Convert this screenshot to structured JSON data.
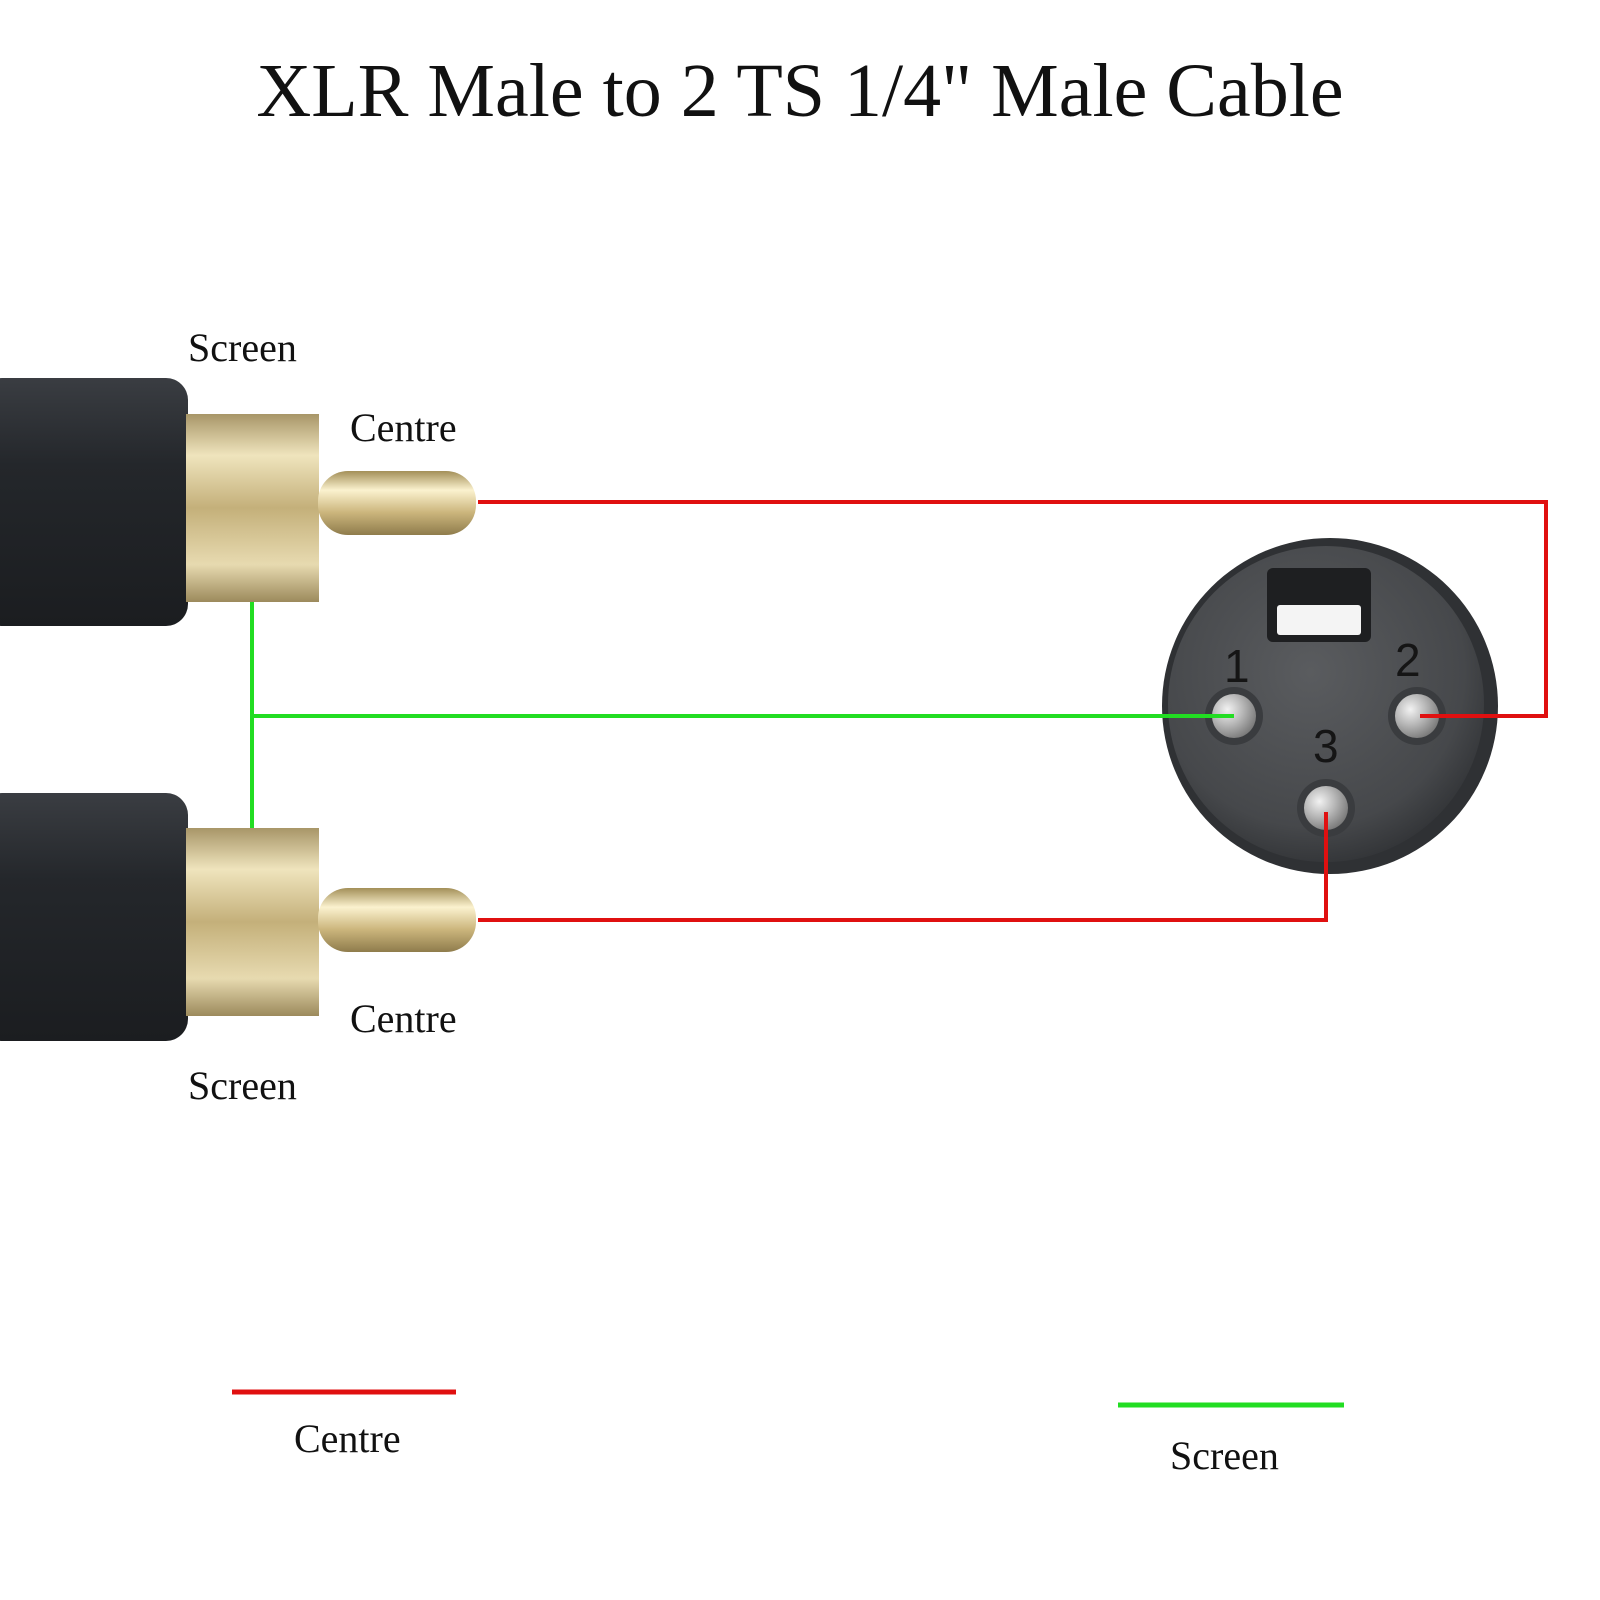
{
  "title": "XLR Male to 2 TS 1/4\" Male Cable",
  "colors": {
    "centre_wire": "#e01010",
    "screen_wire": "#22dd22",
    "plug_body": "#26292e",
    "brass": "#c9b680",
    "xlr_body": "#4a4c4f"
  },
  "plugs": {
    "top": {
      "screen_label": "Screen",
      "centre_label": "Centre"
    },
    "bottom": {
      "screen_label": "Screen",
      "centre_label": "Centre"
    }
  },
  "xlr": {
    "pins": [
      {
        "number": "1",
        "signal": "Screen"
      },
      {
        "number": "2",
        "signal": "Centre"
      },
      {
        "number": "3",
        "signal": "Centre"
      }
    ]
  },
  "legend": {
    "centre": "Centre",
    "screen": "Screen"
  }
}
